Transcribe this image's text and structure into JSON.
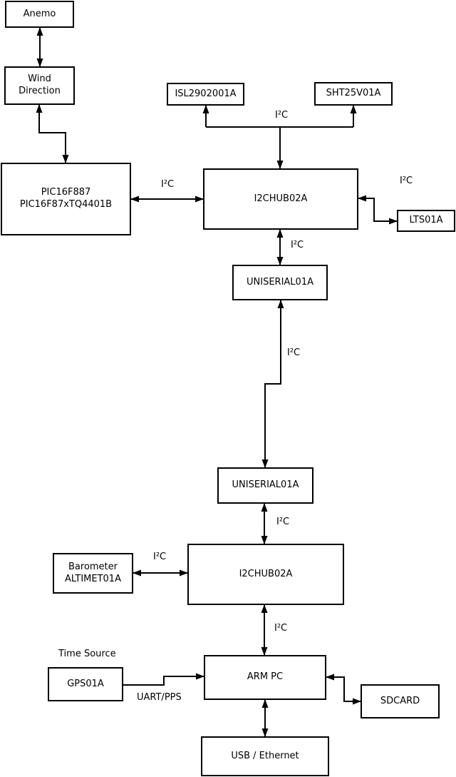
{
  "nodes": {
    "anemo": {
      "label": "Anemo"
    },
    "wind_direction": {
      "line1": "Wind",
      "line2": "Direction"
    },
    "pic": {
      "line1": "PIC16F887",
      "line2": "PIC16F87xTQ4401B"
    },
    "isl": {
      "label": "ISL2902001A"
    },
    "sht": {
      "label": "SHT25V01A"
    },
    "i2chub_top": {
      "label": "I2CHUB02A"
    },
    "lts": {
      "label": "LTS01A"
    },
    "uniserial_top": {
      "label": "UNISERIAL01A"
    },
    "uniserial_bottom": {
      "label": "UNISERIAL01A"
    },
    "barometer": {
      "line1": "Barometer",
      "line2": "ALTIMET01A"
    },
    "i2chub_bottom": {
      "label": "I2CHUB02A"
    },
    "gps": {
      "label": "GPS01A"
    },
    "arm_pc": {
      "label": "ARM PC"
    },
    "sdcard": {
      "label": "SDCARD"
    },
    "usb_ethernet": {
      "label": "USB / Ethernet"
    }
  },
  "labels": {
    "i2c": "I²C",
    "uart_pps": "UART/PPS",
    "time_source": "Time Source"
  },
  "colors": {
    "background": "#ffffff",
    "line": "#000000",
    "text": "#000000"
  }
}
